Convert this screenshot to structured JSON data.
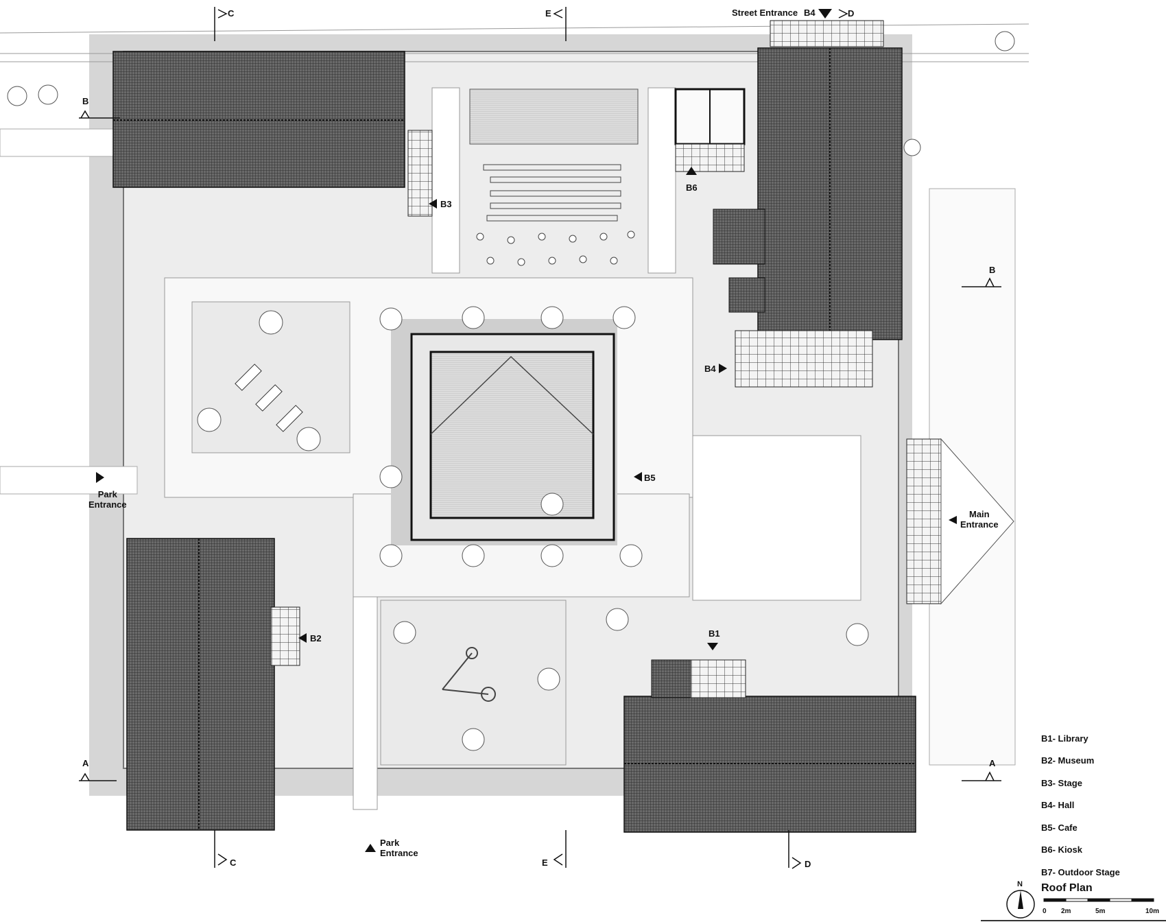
{
  "drawing": {
    "title": "Roof Plan",
    "north_label": "N",
    "scale": {
      "labels": [
        "0",
        "2m",
        "5m",
        "10m"
      ]
    }
  },
  "entrances": {
    "street": "Street Entrance",
    "park_left": [
      "Park",
      "Entrance"
    ],
    "park_bottom": [
      "Park",
      "Entrance"
    ],
    "main": [
      "Main",
      "Entrance"
    ]
  },
  "building_tags": {
    "b1": "B1",
    "b2": "B2",
    "b3": "B3",
    "b4_top": "B4",
    "b4": "B4",
    "b5": "B5",
    "b6": "B6"
  },
  "sections": {
    "b_left": "B",
    "b_right": "B",
    "a_left": "A",
    "a_right": "A",
    "c_top": "C",
    "c_bottom": "C",
    "d_top": "D",
    "d_bottom": "D",
    "e_top": "E",
    "e_bottom": "E"
  },
  "legend": [
    "B1- Library",
    "B2- Museum",
    "B3- Stage",
    "B4- Hall",
    "B5- Cafe",
    "B6- Kiosk",
    "B7- Outdoor Stage"
  ],
  "colors": {
    "roof": "#5a5a5a",
    "ground": "#ececec",
    "shadow": "#d4d4d4",
    "line": "#222222"
  }
}
